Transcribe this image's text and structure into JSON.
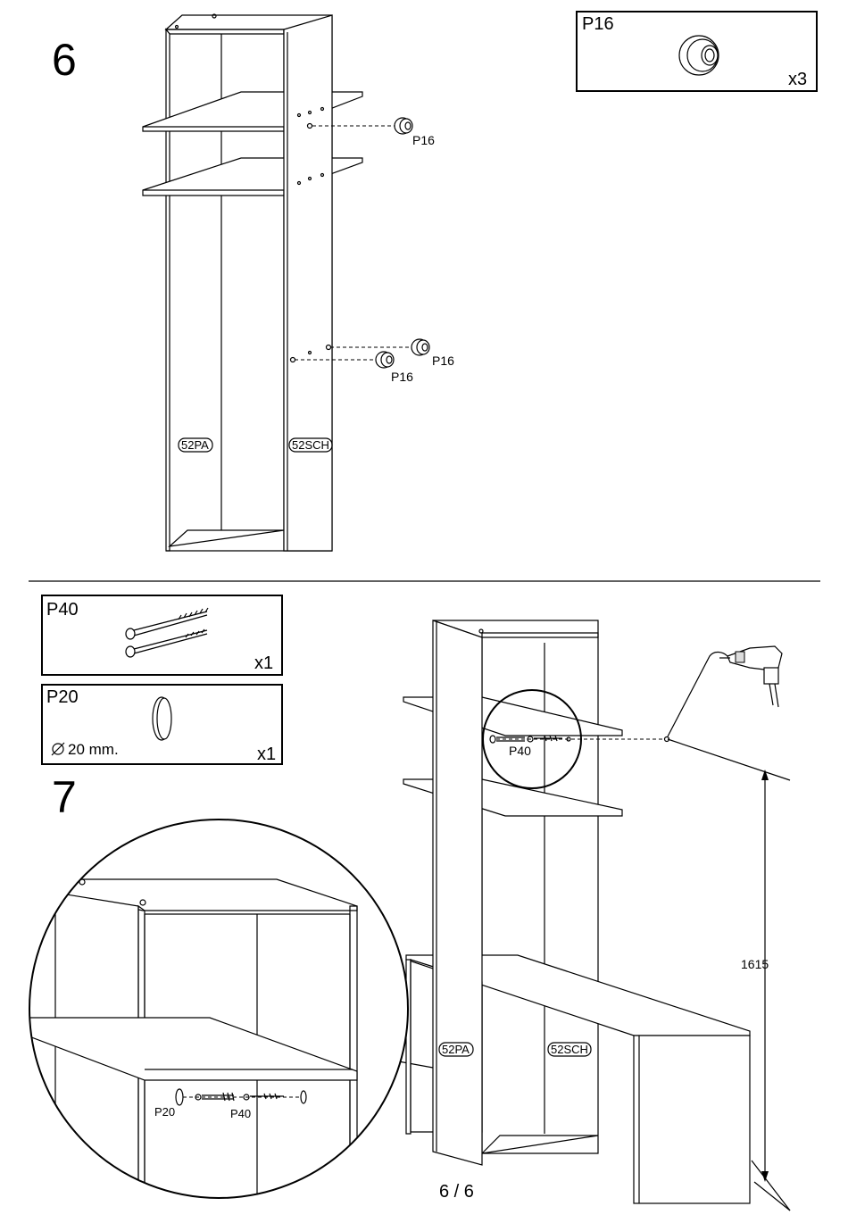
{
  "page_number": "6 / 6",
  "step6": {
    "number": "6",
    "part_box": {
      "part_code": "P16",
      "quantity": "x3"
    },
    "callout_labels": [
      "P16",
      "P16",
      "P16"
    ],
    "panel_labels": [
      "52PA",
      "52SCH"
    ]
  },
  "step7": {
    "number": "7",
    "part_box_p40": {
      "part_code": "P40",
      "quantity": "x1"
    },
    "part_box_p20": {
      "part_code": "P20",
      "diameter": "20 mm.",
      "quantity": "x1"
    },
    "callout_p40": "P40",
    "zoom_labels": [
      "P20",
      "P40"
    ],
    "panel_labels": [
      "52PA",
      "52SCH"
    ],
    "dimension": "1615"
  }
}
